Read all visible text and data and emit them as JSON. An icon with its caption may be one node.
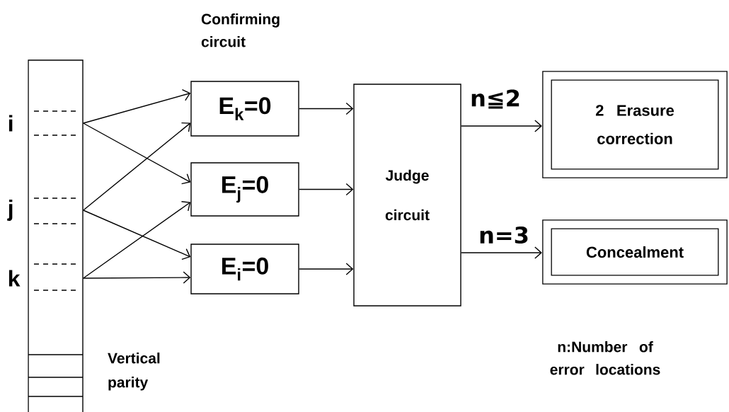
{
  "diagram": {
    "nodes": [
      {
        "text": [],
        "shape": "bar",
        "beside": [
          "Vertical parity"
        ]
      },
      {
        "text": [
          "i"
        ]
      },
      {
        "text": [
          "j"
        ]
      },
      {
        "text": [
          "k"
        ]
      },
      {
        "text": [
          "E$_{k}$=0"
        ]
      },
      {
        "text": [
          "E$_{j}$=0"
        ]
      },
      {
        "text": [
          "E$_{i}$=0"
        ]
      },
      {
        "text": [
          "Judge circuit"
        ]
      },
      {
        "text": [
          "2 Erasure correction"
        ]
      },
      {
        "text": [
          "Concealment"
        ]
      }
    ],
    "edges": [
      {
        "from": 1,
        "to": 4,
        "arrow": "to"
      },
      {
        "from": 1,
        "to": 5,
        "arrow": "to"
      },
      {
        "from": 2,
        "to": 4,
        "arrow": "to"
      },
      {
        "from": 2,
        "to": 6,
        "arrow": "to"
      },
      {
        "from": 3,
        "to": 5,
        "arrow": "to"
      },
      {
        "from": 3,
        "to": 6,
        "arrow": "to"
      },
      {
        "from": 4,
        "to": 7,
        "arrow": "to"
      },
      {
        "from": 5,
        "to": 7,
        "arrow": "to"
      },
      {
        "from": 6,
        "to": 7,
        "arrow": "to"
      },
      {
        "from": 7,
        "to": 8,
        "arrow": "to",
        "label": "n≦2"
      },
      {
        "from": 7,
        "to": 9,
        "arrow": "to",
        "label": "n=3"
      }
    ],
    "labels": [
      "Confirming circuit",
      "n:Number of error locations"
    ]
  }
}
